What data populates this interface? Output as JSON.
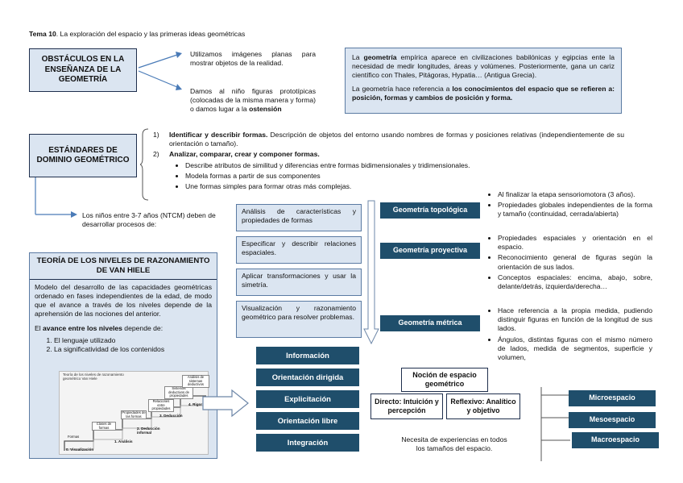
{
  "header": {
    "tema_bold": "Tema 10",
    "tema_rest": ". La exploración del espacio y las primeras ideas geométricas"
  },
  "obstaculos": {
    "title": "OBSTÁCULOS EN LA ENSEÑANZA DE LA GEOMETRÍA",
    "item1": "Utilizamos imágenes planas para mostrar objetos de la realidad.",
    "item2_pre": "Damos al niño figuras prototípicas (colocadas de la misma manera y forma) o damos lugar a la ",
    "item2_bold": "ostensión"
  },
  "geometria_empirica": {
    "p1_pre": "La ",
    "p1_bold": "geometría",
    "p1_rest": " empírica aparece en civilizaciones babilónicas y egipcias ente la necesidad de medir longitudes, áreas y volúmenes. Posteriormente, gana un cariz científico con Thales, Pitágoras, Hypatia… (Antigua Grecia).",
    "p2_pre": "La geometría hace referencia a ",
    "p2_bold": "los conocimientos del espacio que se refieren a: posición, formas y cambios de posición y forma."
  },
  "estandares": {
    "title": "ESTÁNDARES DE DOMINIO GEOMÉTRICO",
    "item1_num": "1)",
    "item1_bold": "Identificar y describir formas.",
    "item1_rest": " Descripción de objetos del entorno usando nombres de formas y posiciones relativas (independientemente de su orientación o tamaño).",
    "item2_num": "2)",
    "item2_bold": "Analizar, comparar, crear y componer formas.",
    "sub": [
      "Describe atributos de similitud y diferencias entre formas bidimensionales y tridimensionales.",
      "Modela formas a partir de sus componentes",
      "Une formas simples para formar otras más complejas."
    ]
  },
  "ntcm": {
    "text": "Los niños entre 3-7 años (NTCM) deben de desarrollar procesos de:"
  },
  "procesos": [
    "Análisis de características y propiedades de formas",
    "Especificar y describir relaciones espaciales.",
    "Aplicar transformaciones y usar la simetría.",
    "Visualización y razonamiento geométrico para resolver problemas."
  ],
  "geometrias": [
    {
      "label": "Geometría topológica",
      "bullets": [
        "Al finalizar la etapa sensoriomotora (3 años).",
        "Propiedades globales independientes de la forma y tamaño (continuidad, cerrada/abierta)"
      ]
    },
    {
      "label": "Geometría proyectiva",
      "bullets": [
        "Propiedades espaciales y orientación en el espacio.",
        "Reconocimiento general de figuras según la orientación de sus lados.",
        "Conceptos espaciales: encima, abajo, sobre, delante/detrás, izquierda/derecha…"
      ]
    },
    {
      "label": "Geometría métrica",
      "bullets": [
        "Hace referencia a la propia medida, pudiendo distinguir figuras en función de la longitud de sus lados.",
        "Ángulos, distintas figuras con el mismo número de lados, medida de segmentos, superficie y volumen,"
      ]
    }
  ],
  "van_hiele": {
    "title": "TEORÍA DE LOS NIVELES DE RAZONAMIENTO DE VAN HIELE",
    "p1": "Modelo del desarrollo de las capacidades geométricas ordenado en fases independientes de la edad, de modo que el avance a través de los niveles depende de la aprehensión de las nociones del anterior.",
    "p2_pre": "El ",
    "p2_bold": "avance entre los niveles",
    "p2_rest": " depende de:",
    "list": [
      "El lenguaje utilizado",
      "La significatividad de los contenidos"
    ],
    "stair": {
      "title": "Teoría de los niveles de razonamiento geométrico Van Hiele",
      "levels": [
        "0. Visualización",
        "1. Análisis",
        "2. Deducción informal",
        "3. Deducción",
        "4. Rigor"
      ],
      "notes": [
        "Formas",
        "Clases de formas",
        "Propiedades de las formas",
        "Relaciones entre propiedades",
        "Sistemas deductivos de propiedades",
        "Análisis de sistemas deductivos"
      ]
    }
  },
  "fases": [
    "Información",
    "Orientación dirigida",
    "Explicitación",
    "Orientación libre",
    "Integración"
  ],
  "nocion": {
    "title": "Noción de espacio geométrico",
    "directo": "Directo: Intuición y percepción",
    "reflexivo": "Reflexivo: Analítico y objetivo",
    "note": "Necesita de experiencias en todos los tamaños del espacio."
  },
  "espacios": [
    "Microespacio",
    "Mesoespacio",
    "Macroespacio"
  ],
  "colors": {
    "navy": "#1f2f4d",
    "teal": "#1f4e6b",
    "light": "#dbe5f1",
    "arrow": "#4a7bb7"
  }
}
